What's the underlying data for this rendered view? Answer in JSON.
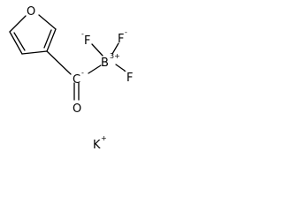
{
  "structure": {
    "ring_oxygen": "O",
    "fluorines": [
      "F",
      "F",
      "F"
    ],
    "fluorine_charge": "-",
    "boron": "B",
    "boron_charge": "3+",
    "carbanion": "C",
    "carbanion_charge": "-",
    "carbonyl_oxygen": "O",
    "counter_ion": "K",
    "counter_ion_charge": "+"
  }
}
